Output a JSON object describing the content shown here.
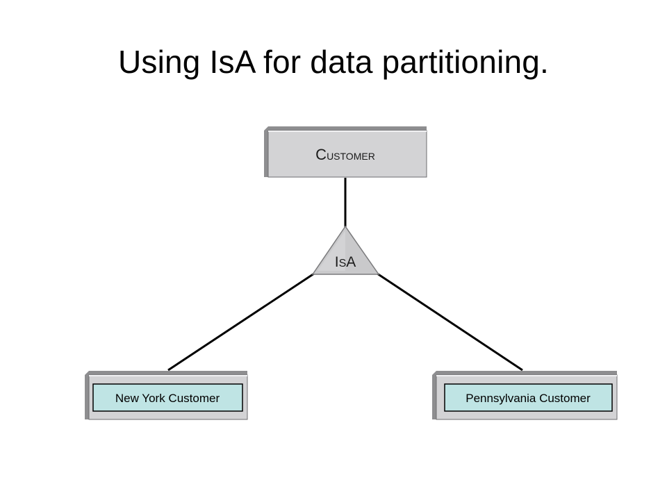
{
  "slide": {
    "title": "Using IsA for data partitioning."
  },
  "diagram": {
    "superclass": {
      "cap": "C",
      "rest": "USTOMER"
    },
    "isa": {
      "cap": "I",
      "mid": "S",
      "end": "A"
    },
    "subclasses": [
      {
        "label": "New York Customer"
      },
      {
        "label": "Pennsylvania Customer"
      }
    ],
    "colors": {
      "entity_fill": "#d3d3d5",
      "entity_shadow": "#8e8e90",
      "entity_highlight": "#ececee",
      "label_box_fill": "#bfe4e4",
      "triangle_fill": "#c9c9cb",
      "line": "#000000"
    }
  }
}
